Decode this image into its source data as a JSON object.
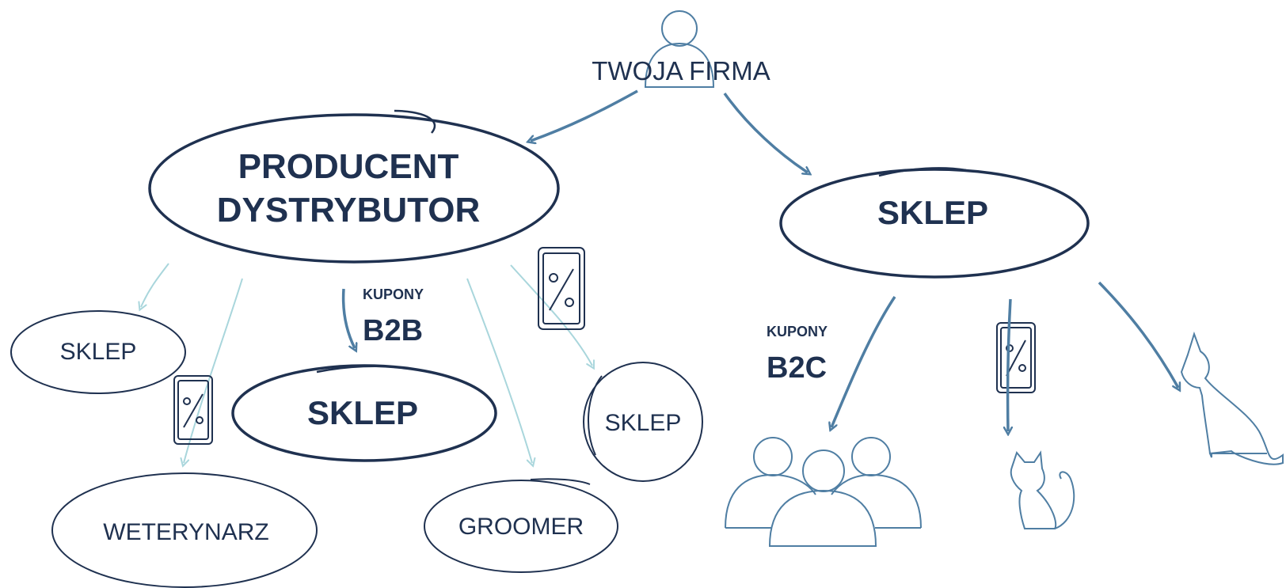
{
  "top_node": {
    "label": "TWOJA FIRMA"
  },
  "producer_node": {
    "line1": "PRODUCENT",
    "line2": "DYSTRYBUTOR"
  },
  "shop_main": {
    "label": "SKLEP"
  },
  "b2b": {
    "small": "KUPONY",
    "big": "B2B"
  },
  "b2c": {
    "small": "KUPONY",
    "big": "B2C"
  },
  "left_nodes": {
    "shop_left": "SKLEP",
    "shop_center": "SKLEP",
    "shop_right": "SKLEP",
    "vet": "WETERYNARZ",
    "groomer": "GROOMER"
  },
  "colors": {
    "navy": "#1f3150",
    "steel": "#4f7ea3",
    "light": "#a9d6dc",
    "ink": "#2f4a6e"
  }
}
